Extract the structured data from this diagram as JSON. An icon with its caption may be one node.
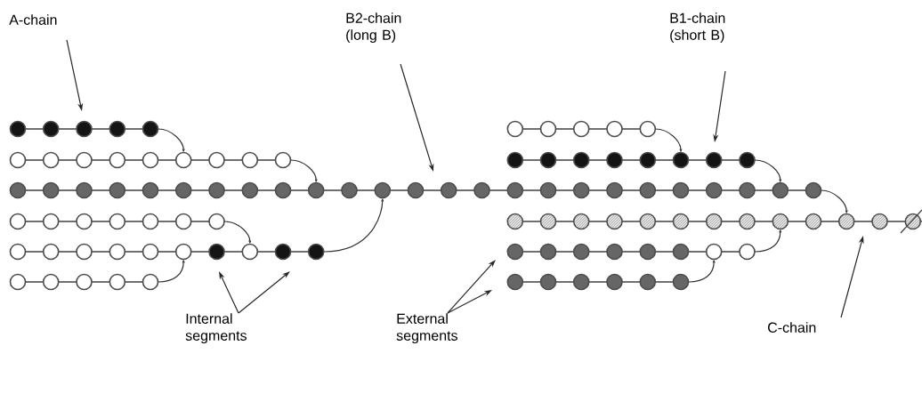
{
  "diagram": {
    "nodes": [
      {
        "text": [
          "A-chain"
        ]
      },
      {
        "text": [
          "B2-chain (long B)"
        ]
      },
      {
        "text": [
          "B1-chain (short B)"
        ]
      },
      {
        "text": [
          "Internal segments"
        ]
      },
      {
        "text": [
          "External segments"
        ]
      },
      {
        "text": [
          "C-chain"
        ]
      }
    ],
    "edges": [
      {
        "from": 0,
        "to": null,
        "arrow": "to"
      },
      {
        "from": 1,
        "to": null,
        "arrow": "to"
      },
      {
        "from": 2,
        "to": null,
        "arrow": "to"
      },
      {
        "from": 3,
        "to": null,
        "arrow": "to"
      },
      {
        "from": 3,
        "to": null,
        "arrow": "to"
      },
      {
        "from": 4,
        "to": null,
        "arrow": "to"
      },
      {
        "from": 4,
        "to": null,
        "arrow": "to"
      },
      {
        "from": 5,
        "to": null,
        "arrow": "to"
      }
    ]
  }
}
